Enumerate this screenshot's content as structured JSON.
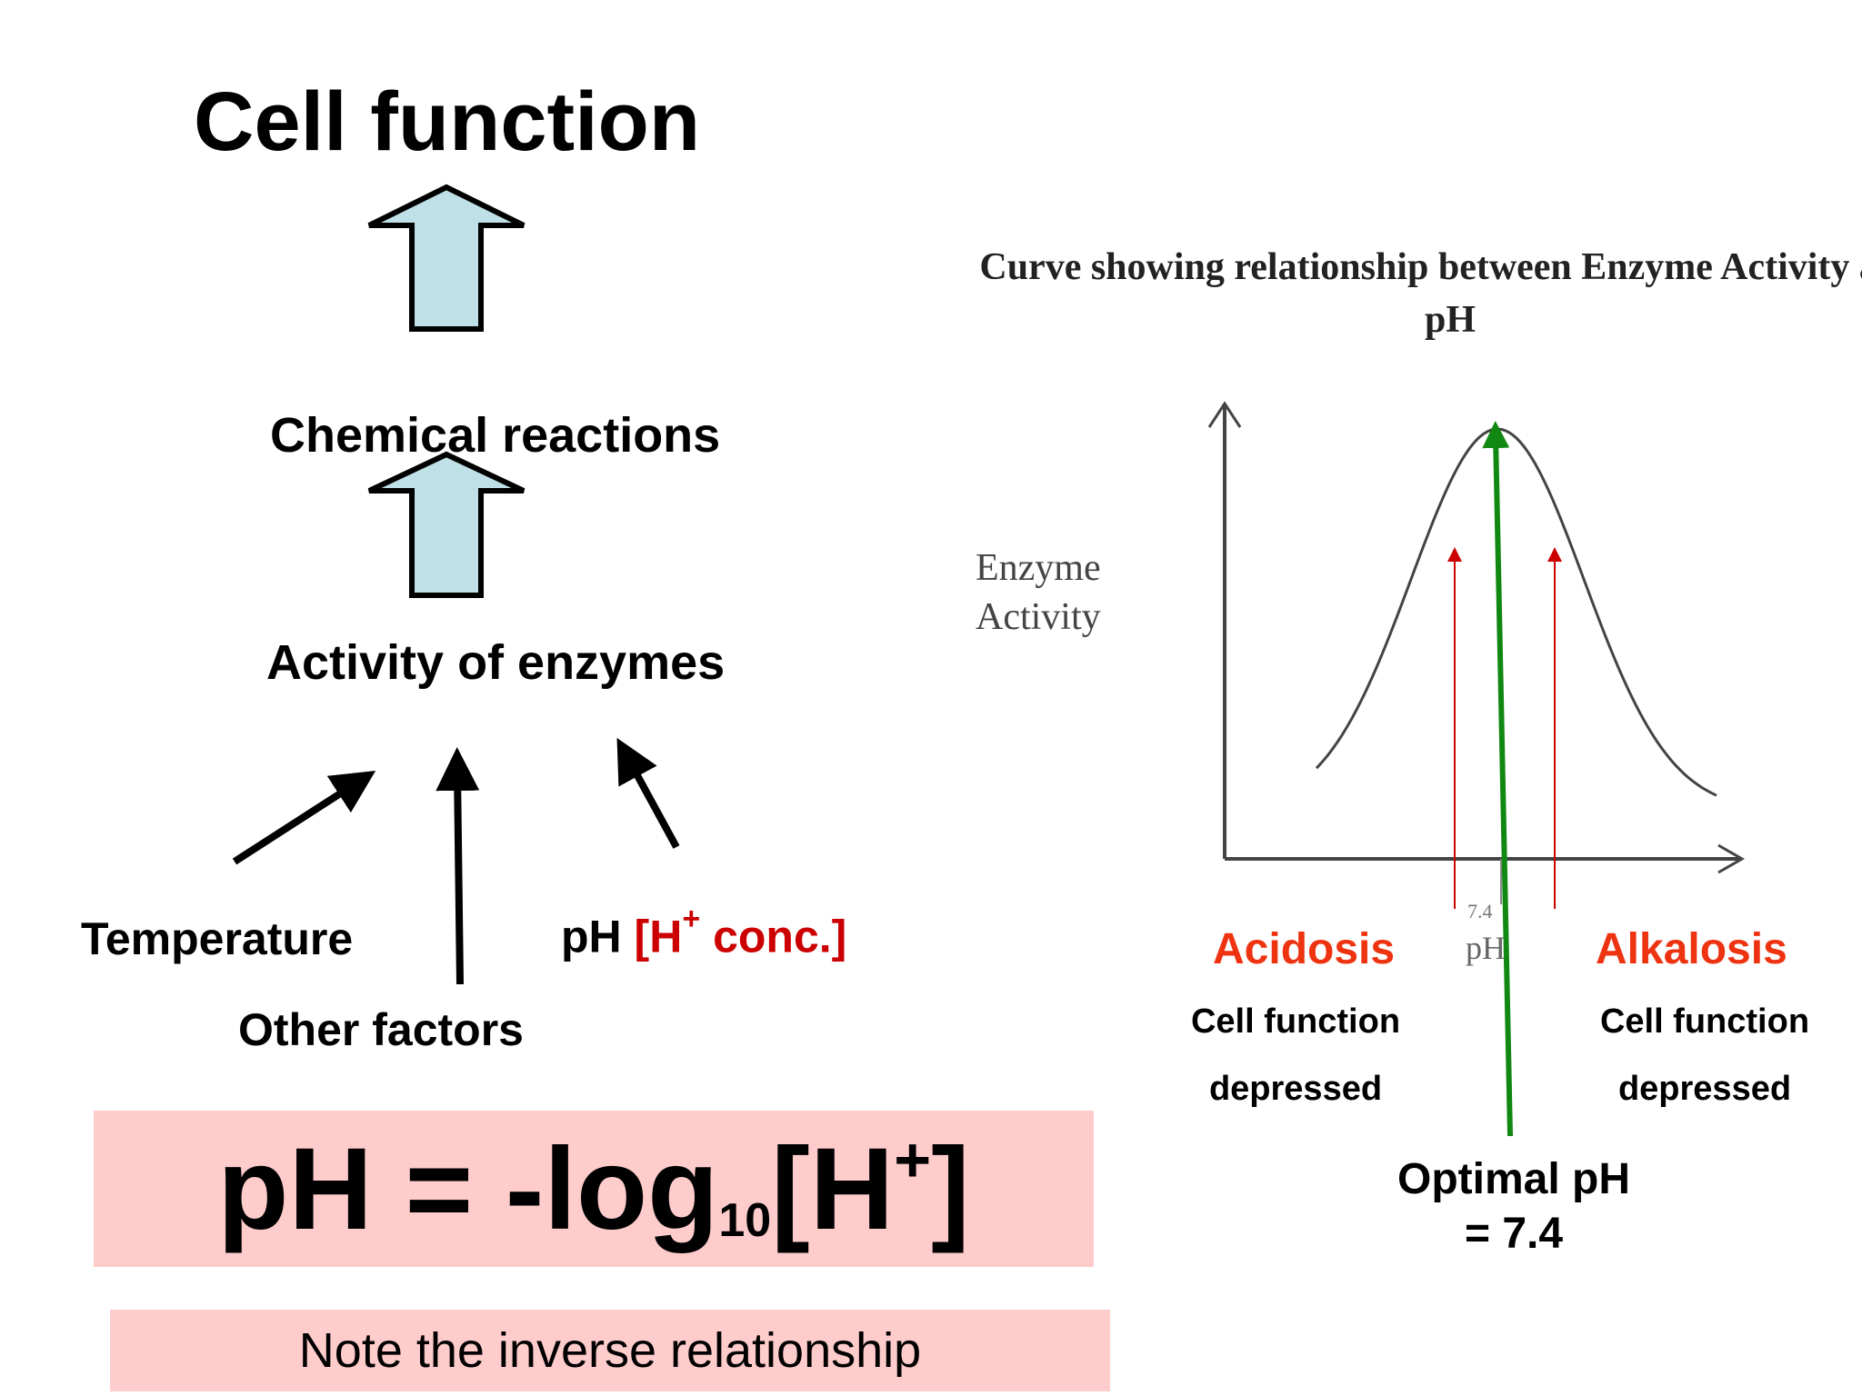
{
  "title": "Cell function",
  "flow": {
    "chemical_reactions": "Chemical reactions",
    "activity_of_enzymes": "Activity of enzymes"
  },
  "factors": {
    "temperature": "Temperature",
    "other_factors": "Other factors",
    "ph_prefix": "pH ",
    "h_open": "[H",
    "h_plus": "+",
    "conc": " conc.]"
  },
  "formula": {
    "lhs": "pH = -log",
    "base": "10",
    "bracket_open": "[H",
    "plus": "+",
    "bracket_close": "]"
  },
  "note": "Note the inverse relationship",
  "chart": {
    "title": "Curve showing relationship between Enzyme Activity and pH",
    "ylabel": "Enzyme\nActivity",
    "xlabel": "pH",
    "optimal_tick": "7.4",
    "acidosis": {
      "label": "Acidosis",
      "note": "Cell function\ndepressed"
    },
    "alkalosis": {
      "label": "Alkalosis",
      "note": "Cell function\ndepressed"
    },
    "optimal_label": "Optimal pH\n= 7.4"
  },
  "colors": {
    "arrow_fill": "#bfe0e6",
    "red_text": "#cc0000",
    "condition_text": "#ee3311",
    "green_arrow": "#118811",
    "red_marker": "#cc0000",
    "box_fill": "#ffcccc"
  }
}
